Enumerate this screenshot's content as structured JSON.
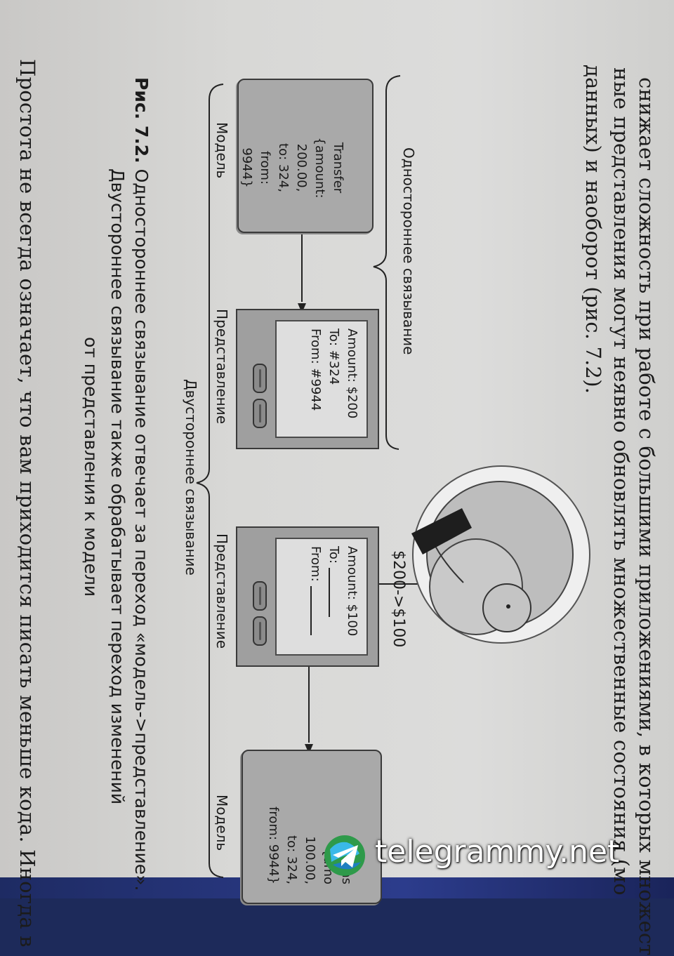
{
  "paragraph": {
    "lines": [
      "снижает сложность при работе с большими приложениями, в которых множест",
      "ные представления могут неявно обновлять множественные состояния (мо",
      "данных) и наоборот (рис. 7.2)."
    ]
  },
  "figure": {
    "one_way_label": "Одностороннее связывание",
    "two_way_label": "Двустороннее связывание",
    "change_label": "$200->$100",
    "left_model": {
      "lines": [
        "Transfer",
        "{amount:",
        "200.00,",
        "to: 324,",
        "from: 9944}"
      ],
      "caption": "Модель"
    },
    "left_view": {
      "lines": [
        "Amount: $200",
        "To: #324",
        "From: #9944"
      ],
      "caption": "Представление"
    },
    "right_view": {
      "lines": [
        "Amount: $100",
        "To:",
        "From:"
      ],
      "caption": "Представление"
    },
    "right_model": {
      "lines": [
        "Trans",
        "{amo",
        "100.00,",
        "to: 324,",
        "from: 9944}"
      ],
      "caption": "Модель"
    }
  },
  "caption": {
    "fig_label": "Рис. 7.2.",
    "line1": "Одностороннее связывание отвечает за переход «модель->представление».",
    "line2": "Двустороннее связывание также обрабатывает переход изменений",
    "line3": "от представления к модели"
  },
  "bottom_text": "Простота не всегда означает, что вам приходится писать меньше кода. Иногда в",
  "watermark": {
    "text": "telegrammy.net",
    "icon": "telegram-globe-icon"
  }
}
